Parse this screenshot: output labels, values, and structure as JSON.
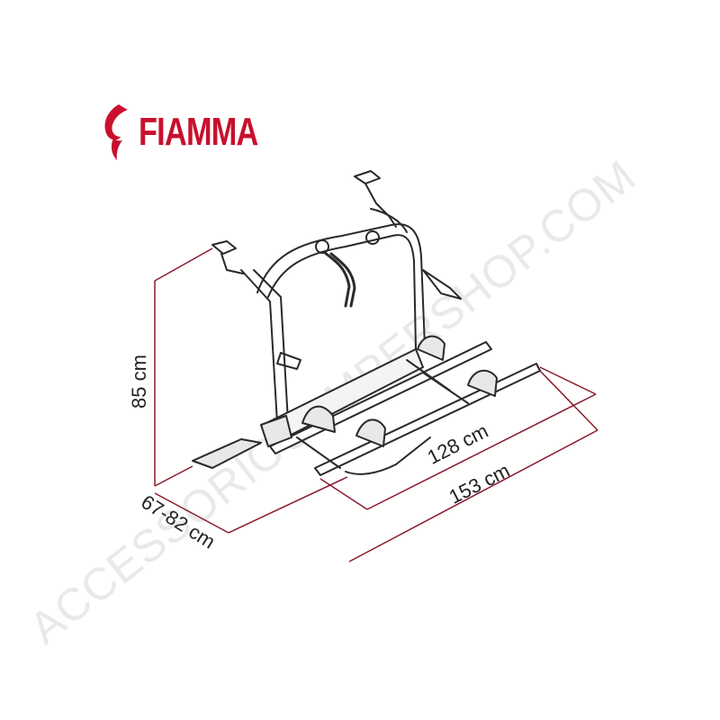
{
  "brand": {
    "name": "FIAMMA",
    "color": "#c8102e"
  },
  "dimensions": {
    "height": "85 cm",
    "depth": "67-82 cm",
    "rail_length": "128 cm",
    "total_width": "153 cm"
  },
  "watermark": "ACCESSORIOCAMPERSHOP.COM",
  "colors": {
    "dimension_line": "#8b1a2b",
    "drawing": "#2a2a2a",
    "watermark": "#e9e9e9"
  }
}
